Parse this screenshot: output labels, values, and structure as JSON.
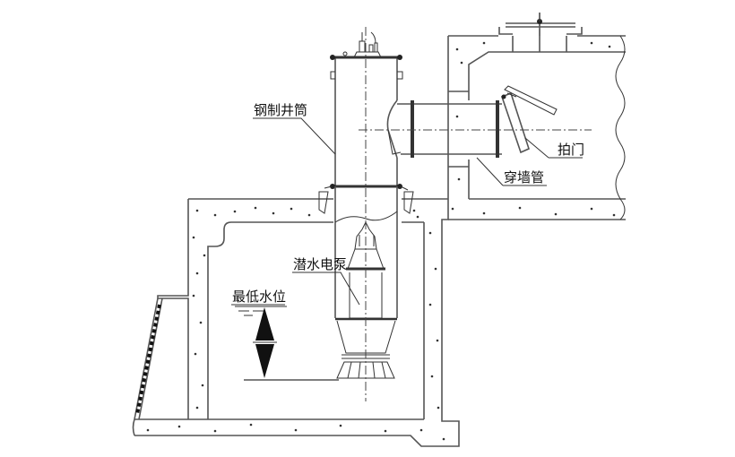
{
  "diagram": {
    "title": "潜水电泵 井筒式安装示意图",
    "labels": {
      "steel_well_shaft": "钢制井筒",
      "flap_gate": "拍门",
      "wall_pipe": "穿墙管",
      "submersible_pump": "潜水电泵",
      "minimum_water_level": "最低水位"
    },
    "colors": {
      "line": "#555555",
      "text": "#111111",
      "background": "#ffffff"
    }
  }
}
